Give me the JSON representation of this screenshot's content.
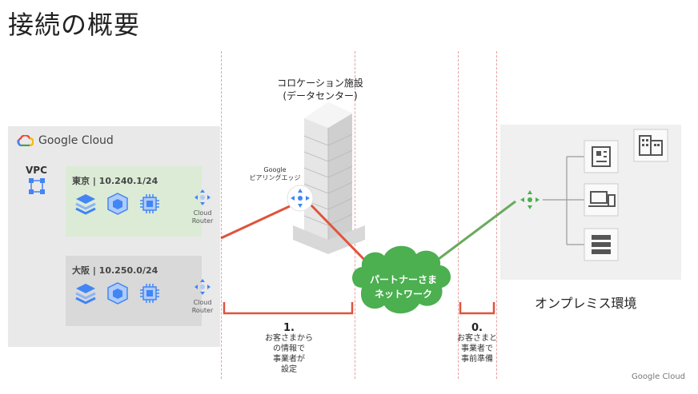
{
  "title": "接続の概要",
  "google_cloud": {
    "logo_text": "Google Cloud",
    "vpc_label": "VPC",
    "regions": [
      {
        "label": "東京 | 10.240.1/24",
        "router_label_1": "Cloud",
        "router_label_2": "Router"
      },
      {
        "label": "大阪 | 10.250.0/24",
        "router_label_1": "Cloud",
        "router_label_2": "Router"
      }
    ]
  },
  "colocation": {
    "line1": "コロケーション施設",
    "line2": "(データセンター)"
  },
  "peering_edge": {
    "line1": "Google",
    "line2": "ピアリングエッジ"
  },
  "partner": {
    "line1": "パートナーさま",
    "line2": "ネットワーク"
  },
  "onprem": {
    "label": "オンプレミス環境"
  },
  "steps": [
    {
      "number": "1.",
      "line1": "お客さまから",
      "line2": "の情報で",
      "line3": "事業者が",
      "line4": "設定"
    },
    {
      "number": "0.",
      "line1": "お客さまと",
      "line2": "事業者で",
      "line3": "事前準備"
    }
  ],
  "footer": "Google Cloud",
  "colors": {
    "red_link": "#e0533d",
    "green_link": "#6aaa5e",
    "cloud_green": "#4caf50",
    "blue_icon": "#4285f4",
    "dash": "#e8a0a0"
  }
}
